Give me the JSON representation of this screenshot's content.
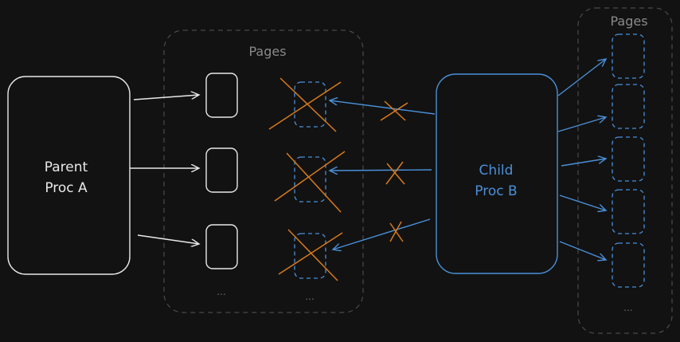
{
  "parent": {
    "line1": "Parent",
    "line2": "Proc A"
  },
  "child": {
    "line1": "Child",
    "line2": "Proc B"
  },
  "pages_left": {
    "title": "Pages",
    "ellipsis_1": "...",
    "ellipsis_2": "..."
  },
  "pages_right": {
    "title": "Pages",
    "ellipsis": "..."
  },
  "colors": {
    "background": "#121212",
    "parent_stroke": "#e8e8e8",
    "child_stroke": "#4a90d9",
    "group_border": "#4a4a4a",
    "cross": "#d97a1a"
  }
}
